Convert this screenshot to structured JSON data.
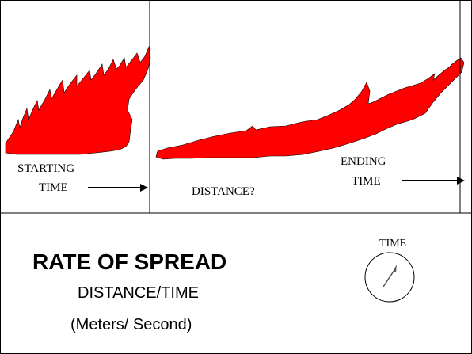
{
  "colors": {
    "flame": "#ff0000",
    "line": "#000000",
    "background": "#ffffff"
  },
  "labels": {
    "starting_line1": "STARTING",
    "starting_line2": "TIME",
    "distance": "DISTANCE?",
    "ending_line1": "ENDING",
    "ending_line2": "TIME",
    "gauge_time": "TIME"
  },
  "title": {
    "main": "RATE OF SPREAD",
    "formula": "DISTANCE/TIME",
    "units": "(Meters/ Second)"
  },
  "icons": {
    "flame_left": "flame-front-icon",
    "flame_right": "flame-spread-icon",
    "timer": "stopwatch-icon"
  }
}
